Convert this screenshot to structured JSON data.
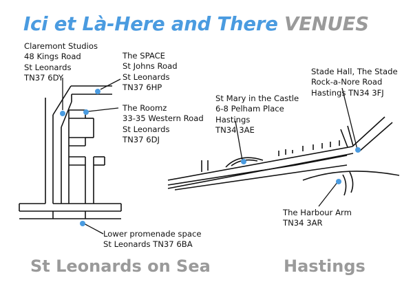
{
  "title": {
    "main": "Ici et Là-Here and There",
    "accent": "VENUES"
  },
  "colors": {
    "title": "#4a9be0",
    "accent": "#9a9a9a",
    "marker": "#4a9be0",
    "road": "#111111"
  },
  "venues": {
    "claremont": [
      "Claremont Studios",
      "48 Kings Road",
      "St Leonards",
      "TN37 6DY"
    ],
    "space": [
      "The SPACE",
      "St Johns Road",
      "St Leonards",
      "TN37 6HP"
    ],
    "roomz": [
      "The Roomz",
      "33-35 Western Road",
      "St Leonards",
      "TN37 6DJ"
    ],
    "promenade": [
      "Lower promenade space",
      "St Leonards TN37 6BA"
    ],
    "stmary": [
      "St Mary in the Castle",
      "6-8 Pelham Place",
      "Hastings",
      "TN34 3AE"
    ],
    "stade": [
      "Stade Hall, The Stade",
      "Rock-a-Nore Road",
      "Hastings TN34 3FJ"
    ],
    "harbour": [
      "The Harbour Arm",
      "TN34 3AR"
    ]
  },
  "areas": {
    "st_leonards": "St Leonards on Sea",
    "hastings": "Hastings"
  }
}
